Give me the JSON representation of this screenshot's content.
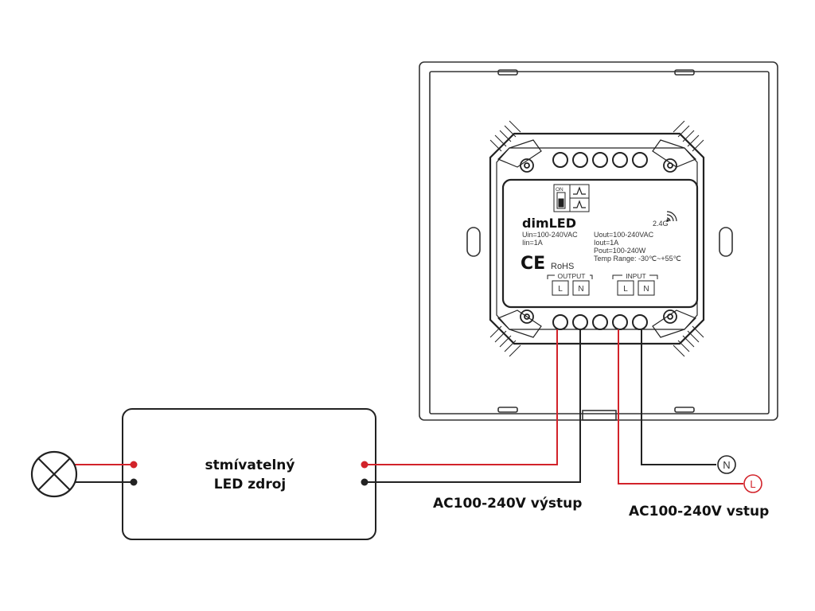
{
  "colors": {
    "live": "#d2232a",
    "neutral": "#222222",
    "outline": "#333333"
  },
  "device": {
    "brand": "dimLED",
    "rf": "2.4G",
    "input_specs": [
      "Uin=100-240VAC",
      "Iin=1A"
    ],
    "output_specs": [
      "Uout=100-240VAC",
      "Iout=1A",
      "Pout=100-240W",
      "Temp Range: -30℃~+55℃"
    ],
    "ce": "CE",
    "rohs": "RoHS",
    "switch_on": "ON",
    "output_label": "OUTPUT",
    "input_label": "INPUT",
    "terminals": {
      "l": "L",
      "n": "N"
    }
  },
  "driver": {
    "line1": "stmívatelný",
    "line2": "LED zdroj"
  },
  "labels": {
    "output_ac": "AC100-240V výstup",
    "input_ac": "AC100-240V vstup"
  },
  "mains": {
    "n": "N",
    "l": "L"
  },
  "icons": {
    "lamp": "lamp-icon",
    "wifi": "wireless-icon"
  }
}
